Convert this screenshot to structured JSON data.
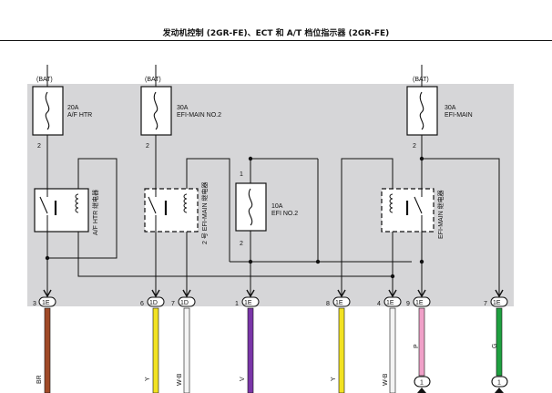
{
  "page_title": "发动机控制 (2GR-FE)、ECT 和 A/T 档位指示器 (2GR-FE)",
  "colors": {
    "panel": "#d6d6d8",
    "line": "#111111"
  },
  "fuses": [
    {
      "id": "af-htr-fuse",
      "source": "(BAT)",
      "rating": "20A",
      "name": "A/F HTR",
      "pin_out": "2"
    },
    {
      "id": "efi-main-no2-fuse",
      "source": "(BAT)",
      "rating": "30A",
      "name": "EFI-MAIN NO.2",
      "pin_out": "2"
    },
    {
      "id": "efi-no2-fuse",
      "rating": "10A",
      "name": "EFI NO.2",
      "pin_in": "1",
      "pin_out": "2"
    },
    {
      "id": "efi-main-fuse",
      "source": "(BAT)",
      "rating": "30A",
      "name": "EFI-MAIN",
      "pin_out": "2"
    }
  ],
  "relays": [
    {
      "id": "af-htr-relay",
      "label": "A/F HTR 继电器"
    },
    {
      "id": "efi-main-no2-relay",
      "label": "2 号 EFI-MAIN 继电器"
    },
    {
      "id": "efi-main-relay",
      "label": "EFI-MAIN 继电器"
    }
  ],
  "connectors": [
    {
      "pin": "3",
      "code": "1E",
      "wire_color": "BR",
      "color": "#a04a28"
    },
    {
      "pin": "6",
      "code": "1D",
      "wire_color": "Y",
      "color": "#f2e222"
    },
    {
      "pin": "7",
      "code": "1D",
      "wire_color": "W-B",
      "color": "#f4f4f4"
    },
    {
      "pin": "1",
      "code": "1E",
      "wire_color": "V",
      "color": "#7a35a8"
    },
    {
      "pin": "8",
      "code": "1E",
      "wire_color": "Y",
      "color": "#f2e222"
    },
    {
      "pin": "4",
      "code": "1E",
      "wire_color": "W-B",
      "color": "#f4f4f4"
    },
    {
      "pin": "9",
      "code": "1E",
      "wire_color": "P",
      "color": "#f0a0c8"
    },
    {
      "pin": "7",
      "code": "1E",
      "wire_color": "G",
      "color": "#1ea040"
    }
  ],
  "continuation_markers": [
    {
      "id": "marker-p",
      "label": "1"
    },
    {
      "id": "marker-g",
      "label": "1"
    }
  ]
}
